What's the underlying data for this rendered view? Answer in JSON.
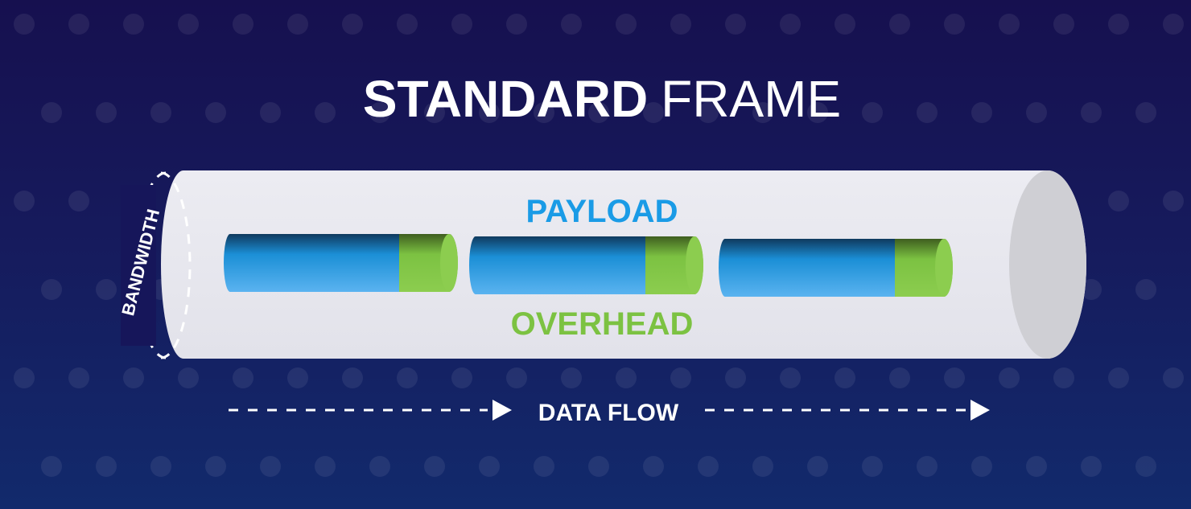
{
  "title": {
    "bold": "STANDARD",
    "light": "FRAME"
  },
  "labels": {
    "payload": "PAYLOAD",
    "overhead": "OVERHEAD",
    "bandwidth": "BANDWIDTH",
    "data_flow": "DATA FLOW"
  },
  "colors": {
    "background_top": "#16104f",
    "background_bottom": "#122a6c",
    "pipe": "#e6e6ee",
    "pipe_end": "#cfcfd4",
    "payload": "#1a9be6",
    "overhead": "#7cc242",
    "text": "#ffffff"
  },
  "packets": [
    {
      "segments": [
        "payload",
        "overhead"
      ]
    },
    {
      "segments": [
        "payload",
        "overhead"
      ]
    },
    {
      "segments": [
        "payload",
        "overhead"
      ]
    }
  ]
}
